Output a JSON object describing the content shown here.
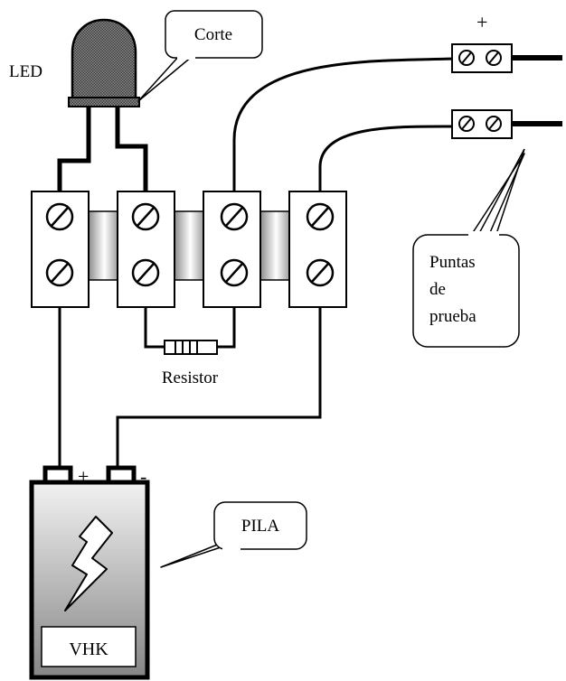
{
  "labels": {
    "led": "LED",
    "cut_callout": "Corte",
    "plus_top": "+",
    "resistor": "Resistor",
    "probes_line1": "Puntas",
    "probes_line2": "de",
    "probes_line3": "prueba",
    "battery_callout": "PILA",
    "battery_plus": "+",
    "battery_minus": "-",
    "battery_brand": "VHK"
  },
  "colors": {
    "line": "#000000",
    "led_fill": "#6e6e6e",
    "battery_light": "#f0f0f0",
    "battery_dark": "#8a8a8a",
    "connector_light": "#ffffff",
    "connector_dark": "#8c8c8c",
    "background": "#ffffff"
  },
  "icons": {
    "lightning": "lightning-bolt-icon",
    "screw": "screw-slot-icon"
  }
}
